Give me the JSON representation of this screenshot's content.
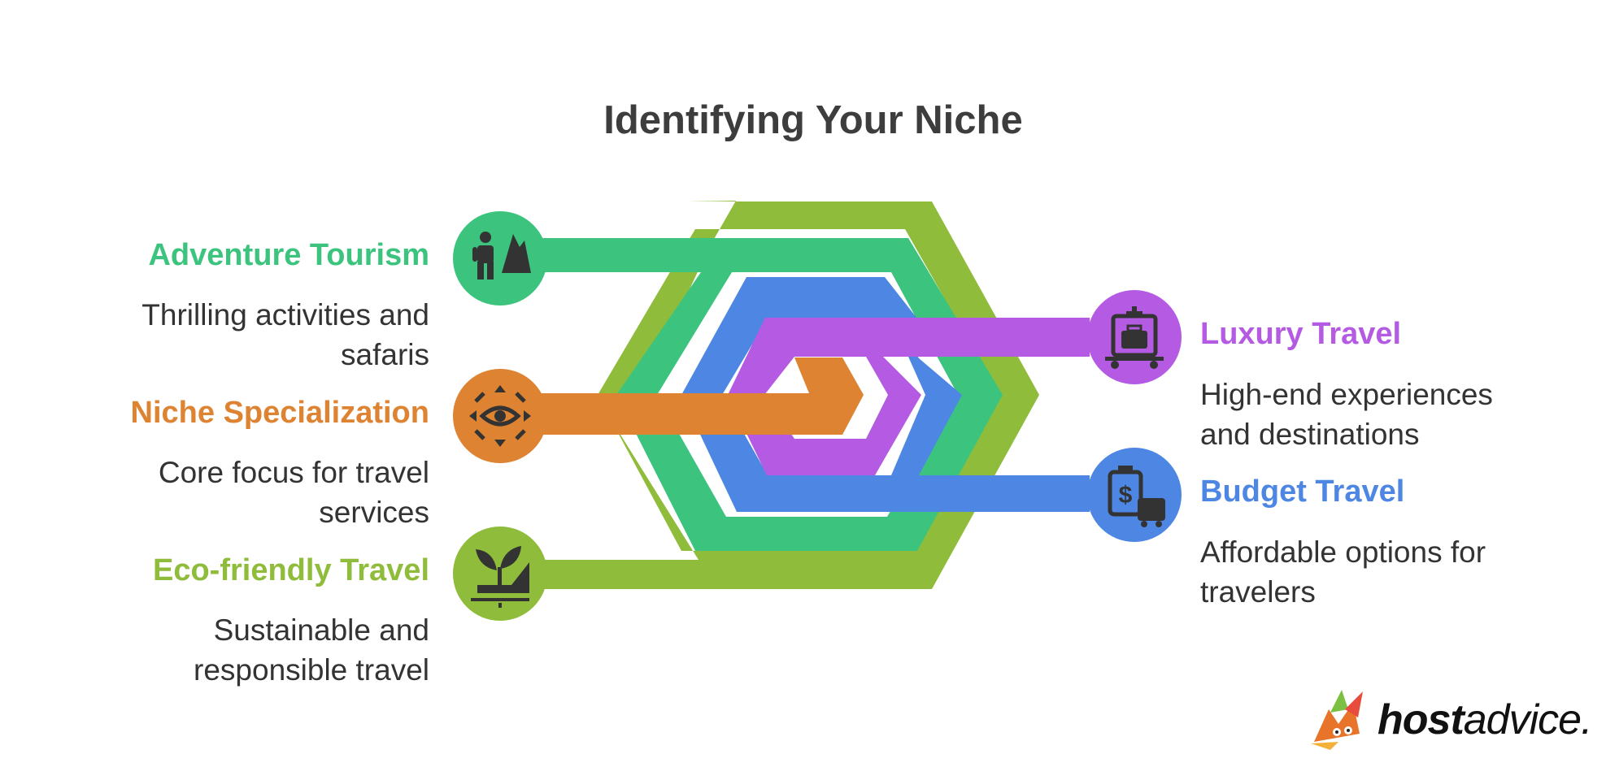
{
  "title": "Identifying Your Niche",
  "colors": {
    "green": "#8FBC3A",
    "teal": "#3CC47E",
    "blue": "#4D87E3",
    "purple": "#B55BE3",
    "orange": "#DD8331",
    "icon": "#333333"
  },
  "items": [
    {
      "heading": "Adventure Tourism",
      "desc_lines": [
        "Thrilling activities and",
        "safaris"
      ],
      "icon": "hiker-mountain-icon"
    },
    {
      "heading": "Niche Specialization",
      "desc_lines": [
        "Core focus for travel",
        "services"
      ],
      "icon": "focus-eye-icon"
    },
    {
      "heading": "Eco-friendly Travel",
      "desc_lines": [
        "Sustainable and",
        "responsible travel"
      ],
      "icon": "plant-hand-icon"
    },
    {
      "heading": "Luxury Travel",
      "desc_lines": [
        "High-end experiences",
        "and destinations"
      ],
      "icon": "luggage-cart-icon"
    },
    {
      "heading": "Budget Travel",
      "desc_lines": [
        "Affordable options for",
        "travelers"
      ],
      "icon": "dollar-bus-icon"
    }
  ],
  "logo": {
    "bold": "host",
    "rest": "advice."
  }
}
